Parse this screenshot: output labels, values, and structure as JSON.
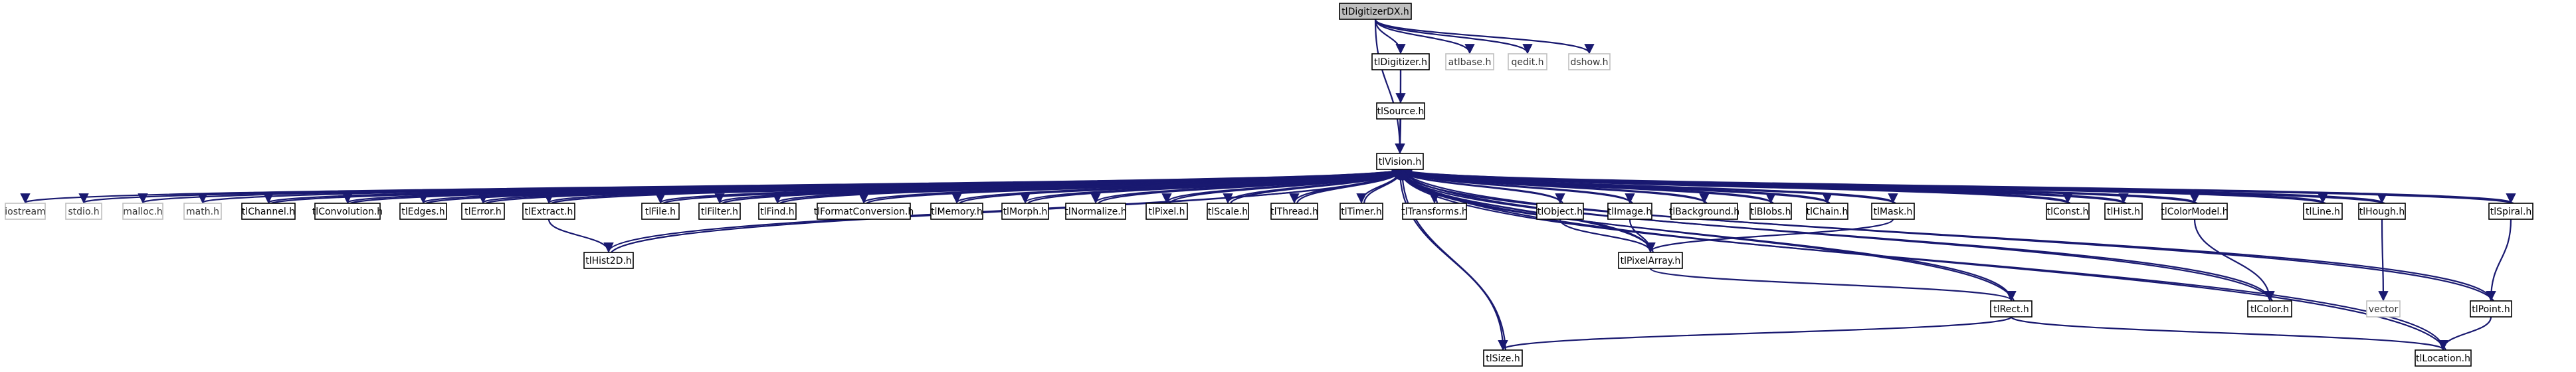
{
  "colors": {
    "edge": "#191970",
    "node_border": "#000000",
    "external_border": "#bfbfbf",
    "root_fill": "#bfbfbf",
    "node_fill": "#ffffff",
    "text": "#000000",
    "external_text": "#333333"
  },
  "nodes": [
    {
      "id": "tlDigitizerDX.h",
      "label": "tlDigitizerDX.h",
      "kind": "root"
    },
    {
      "id": "tlDigitizer.h",
      "label": "tlDigitizer.h",
      "kind": "file"
    },
    {
      "id": "atlbase.h",
      "label": "atlbase.h",
      "kind": "external"
    },
    {
      "id": "qedit.h",
      "label": "qedit.h",
      "kind": "external"
    },
    {
      "id": "dshow.h",
      "label": "dshow.h",
      "kind": "external"
    },
    {
      "id": "tlSource.h",
      "label": "tlSource.h",
      "kind": "file"
    },
    {
      "id": "tlVision.h",
      "label": "tlVision.h",
      "kind": "file"
    },
    {
      "id": "iostream",
      "label": "iostream",
      "kind": "external"
    },
    {
      "id": "stdio.h",
      "label": "stdio.h",
      "kind": "external"
    },
    {
      "id": "malloc.h",
      "label": "malloc.h",
      "kind": "external"
    },
    {
      "id": "math.h",
      "label": "math.h",
      "kind": "external"
    },
    {
      "id": "tlChannel.h",
      "label": "tlChannel.h",
      "kind": "file"
    },
    {
      "id": "tlConvolution.h",
      "label": "tlConvolution.h",
      "kind": "file"
    },
    {
      "id": "tlEdges.h",
      "label": "tlEdges.h",
      "kind": "file"
    },
    {
      "id": "tlError.h",
      "label": "tlError.h",
      "kind": "file"
    },
    {
      "id": "tlExtract.h",
      "label": "tlExtract.h",
      "kind": "file"
    },
    {
      "id": "tlFile.h",
      "label": "tlFile.h",
      "kind": "file"
    },
    {
      "id": "tlFilter.h",
      "label": "tlFilter.h",
      "kind": "file"
    },
    {
      "id": "tlFind.h",
      "label": "tlFind.h",
      "kind": "file"
    },
    {
      "id": "tlFormatConversion.h",
      "label": "tlFormatConversion.h",
      "kind": "file"
    },
    {
      "id": "tlMemory.h",
      "label": "tlMemory.h",
      "kind": "file"
    },
    {
      "id": "tlMorph.h",
      "label": "tlMorph.h",
      "kind": "file"
    },
    {
      "id": "tlNormalize.h",
      "label": "tlNormalize.h",
      "kind": "file"
    },
    {
      "id": "tlPixel.h",
      "label": "tlPixel.h",
      "kind": "file"
    },
    {
      "id": "tlScale.h",
      "label": "tlScale.h",
      "kind": "file"
    },
    {
      "id": "tlThread.h",
      "label": "tlThread.h",
      "kind": "file"
    },
    {
      "id": "tlTimer.h",
      "label": "tlTimer.h",
      "kind": "file"
    },
    {
      "id": "tlTransforms.h",
      "label": "tlTransforms.h",
      "kind": "file"
    },
    {
      "id": "tlObject.h",
      "label": "tlObject.h",
      "kind": "file"
    },
    {
      "id": "tlImage.h",
      "label": "tlImage.h",
      "kind": "file"
    },
    {
      "id": "tlBackground.h",
      "label": "tlBackground.h",
      "kind": "file"
    },
    {
      "id": "tlBlobs.h",
      "label": "tlBlobs.h",
      "kind": "file"
    },
    {
      "id": "tlChain.h",
      "label": "tlChain.h",
      "kind": "file"
    },
    {
      "id": "tlMask.h",
      "label": "tlMask.h",
      "kind": "file"
    },
    {
      "id": "tlConst.h",
      "label": "tlConst.h",
      "kind": "file"
    },
    {
      "id": "tlHist.h",
      "label": "tlHist.h",
      "kind": "file"
    },
    {
      "id": "tlColorModel.h",
      "label": "tlColorModel.h",
      "kind": "file"
    },
    {
      "id": "tlLine.h",
      "label": "tlLine.h",
      "kind": "file"
    },
    {
      "id": "tlHough.h",
      "label": "tlHough.h",
      "kind": "file"
    },
    {
      "id": "tlSpiral.h",
      "label": "tlSpiral.h",
      "kind": "file"
    },
    {
      "id": "tlHist2D.h",
      "label": "tlHist2D.h",
      "kind": "file"
    },
    {
      "id": "tlPixelArray.h",
      "label": "tlPixelArray.h",
      "kind": "file"
    },
    {
      "id": "tlColor.h",
      "label": "tlColor.h",
      "kind": "file"
    },
    {
      "id": "vector",
      "label": "vector",
      "kind": "external"
    },
    {
      "id": "tlPoint.h",
      "label": "tlPoint.h",
      "kind": "file"
    },
    {
      "id": "tlRect.h",
      "label": "tlRect.h",
      "kind": "file"
    },
    {
      "id": "tlSize.h",
      "label": "tlSize.h",
      "kind": "file"
    },
    {
      "id": "tlLocation.h",
      "label": "tlLocation.h",
      "kind": "file"
    }
  ],
  "edges": [
    [
      "tlDigitizerDX.h",
      "tlDigitizer.h"
    ],
    [
      "tlDigitizerDX.h",
      "atlbase.h"
    ],
    [
      "tlDigitizerDX.h",
      "qedit.h"
    ],
    [
      "tlDigitizerDX.h",
      "dshow.h"
    ],
    [
      "tlDigitizerDX.h",
      "tlVision.h"
    ],
    [
      "tlDigitizer.h",
      "tlSource.h"
    ],
    [
      "tlDigitizer.h",
      "tlVision.h"
    ],
    [
      "tlSource.h",
      "tlVision.h"
    ],
    [
      "tlVision.h",
      "iostream"
    ],
    [
      "tlVision.h",
      "stdio.h"
    ],
    [
      "tlVision.h",
      "malloc.h"
    ],
    [
      "tlVision.h",
      "math.h"
    ],
    [
      "tlVision.h",
      "tlChannel.h"
    ],
    [
      "tlVision.h",
      "tlConvolution.h"
    ],
    [
      "tlVision.h",
      "tlEdges.h"
    ],
    [
      "tlVision.h",
      "tlError.h"
    ],
    [
      "tlVision.h",
      "tlExtract.h"
    ],
    [
      "tlVision.h",
      "tlFile.h"
    ],
    [
      "tlVision.h",
      "tlFilter.h"
    ],
    [
      "tlVision.h",
      "tlFind.h"
    ],
    [
      "tlVision.h",
      "tlFormatConversion.h"
    ],
    [
      "tlVision.h",
      "tlMemory.h"
    ],
    [
      "tlVision.h",
      "tlMorph.h"
    ],
    [
      "tlVision.h",
      "tlNormalize.h"
    ],
    [
      "tlVision.h",
      "tlPixel.h"
    ],
    [
      "tlVision.h",
      "tlScale.h"
    ],
    [
      "tlVision.h",
      "tlThread.h"
    ],
    [
      "tlVision.h",
      "tlTimer.h"
    ],
    [
      "tlVision.h",
      "tlTransforms.h"
    ],
    [
      "tlVision.h",
      "tlObject.h"
    ],
    [
      "tlVision.h",
      "tlImage.h"
    ],
    [
      "tlVision.h",
      "tlBackground.h"
    ],
    [
      "tlVision.h",
      "tlBlobs.h"
    ],
    [
      "tlVision.h",
      "tlChain.h"
    ],
    [
      "tlVision.h",
      "tlMask.h"
    ],
    [
      "tlVision.h",
      "tlConst.h"
    ],
    [
      "tlVision.h",
      "tlHist.h"
    ],
    [
      "tlVision.h",
      "tlColorModel.h"
    ],
    [
      "tlVision.h",
      "tlLine.h"
    ],
    [
      "tlVision.h",
      "tlHough.h"
    ],
    [
      "tlVision.h",
      "tlSpiral.h"
    ],
    [
      "tlVision.h",
      "tlHist2D.h"
    ],
    [
      "tlVision.h",
      "tlPixelArray.h"
    ],
    [
      "tlVision.h",
      "tlColor.h"
    ],
    [
      "tlVision.h",
      "tlPoint.h"
    ],
    [
      "tlVision.h",
      "tlRect.h"
    ],
    [
      "tlVision.h",
      "tlSize.h"
    ],
    [
      "tlVision.h",
      "tlLocation.h"
    ],
    [
      "tlChannel.h",
      "tlVision.h"
    ],
    [
      "tlConvolution.h",
      "tlVision.h"
    ],
    [
      "tlEdges.h",
      "tlVision.h"
    ],
    [
      "tlError.h",
      "tlVision.h"
    ],
    [
      "tlExtract.h",
      "tlVision.h"
    ],
    [
      "tlFile.h",
      "tlVision.h"
    ],
    [
      "tlFilter.h",
      "tlVision.h"
    ],
    [
      "tlFind.h",
      "tlVision.h"
    ],
    [
      "tlFormatConversion.h",
      "tlVision.h"
    ],
    [
      "tlMemory.h",
      "tlVision.h"
    ],
    [
      "tlMorph.h",
      "tlVision.h"
    ],
    [
      "tlNormalize.h",
      "tlVision.h"
    ],
    [
      "tlPixel.h",
      "tlVision.h"
    ],
    [
      "tlScale.h",
      "tlVision.h"
    ],
    [
      "tlThread.h",
      "tlVision.h"
    ],
    [
      "tlTimer.h",
      "tlVision.h"
    ],
    [
      "tlTransforms.h",
      "tlVision.h"
    ],
    [
      "tlObject.h",
      "tlVision.h"
    ],
    [
      "tlImage.h",
      "tlVision.h"
    ],
    [
      "tlBackground.h",
      "tlVision.h"
    ],
    [
      "tlBlobs.h",
      "tlVision.h"
    ],
    [
      "tlChain.h",
      "tlVision.h"
    ],
    [
      "tlMask.h",
      "tlVision.h"
    ],
    [
      "tlConst.h",
      "tlVision.h"
    ],
    [
      "tlHist.h",
      "tlVision.h"
    ],
    [
      "tlColorModel.h",
      "tlVision.h"
    ],
    [
      "tlLine.h",
      "tlVision.h"
    ],
    [
      "tlHough.h",
      "tlVision.h"
    ],
    [
      "tlSpiral.h",
      "tlVision.h"
    ],
    [
      "tlHist2D.h",
      "tlVision.h"
    ],
    [
      "tlPixelArray.h",
      "tlVision.h"
    ],
    [
      "tlColor.h",
      "tlVision.h"
    ],
    [
      "tlPoint.h",
      "tlVision.h"
    ],
    [
      "tlRect.h",
      "tlVision.h"
    ],
    [
      "tlSize.h",
      "tlVision.h"
    ],
    [
      "tlLocation.h",
      "tlVision.h"
    ],
    [
      "tlExtract.h",
      "tlHist2D.h"
    ],
    [
      "tlObject.h",
      "tlPixelArray.h"
    ],
    [
      "tlImage.h",
      "tlPixelArray.h"
    ],
    [
      "tlMask.h",
      "tlPixelArray.h"
    ],
    [
      "tlPixelArray.h",
      "tlRect.h"
    ],
    [
      "tlColorModel.h",
      "tlColor.h"
    ],
    [
      "tlHough.h",
      "vector"
    ],
    [
      "tlSpiral.h",
      "tlPoint.h"
    ],
    [
      "tlPoint.h",
      "tlLocation.h"
    ],
    [
      "tlRect.h",
      "tlSize.h"
    ],
    [
      "tlRect.h",
      "tlLocation.h"
    ]
  ]
}
